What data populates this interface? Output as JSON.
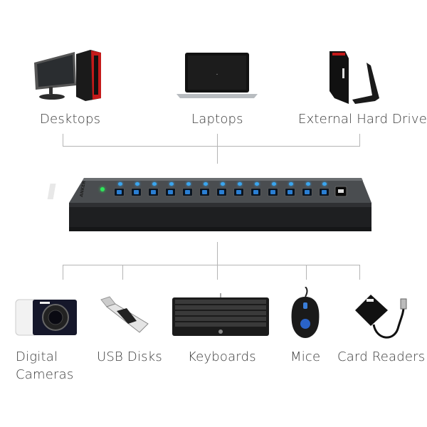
{
  "hosts": [
    {
      "label": "Desktops",
      "icon": "desktop-computer-icon"
    },
    {
      "label": "Laptops",
      "icon": "laptop-icon"
    },
    {
      "label": "External Hard Drive",
      "icon": "external-hard-drive-icon"
    }
  ],
  "hub": {
    "brand": "ANKER",
    "usb_ports": 13,
    "charging_ports": 1,
    "power_led_color": "#2ee65a",
    "port_led_color": "#3aa6f0"
  },
  "devices": [
    {
      "label": "Digital",
      "label2": "Cameras",
      "icon": "digital-camera-icon"
    },
    {
      "label": "USB Disks",
      "icon": "usb-disk-icon"
    },
    {
      "label": "Keyboards",
      "icon": "keyboard-icon"
    },
    {
      "label": "Mice",
      "icon": "mouse-icon"
    },
    {
      "label": "Card Readers",
      "icon": "card-reader-icon"
    }
  ],
  "colors": {
    "connector_line": "#b5b5b5",
    "text": "#3a3a3a"
  }
}
